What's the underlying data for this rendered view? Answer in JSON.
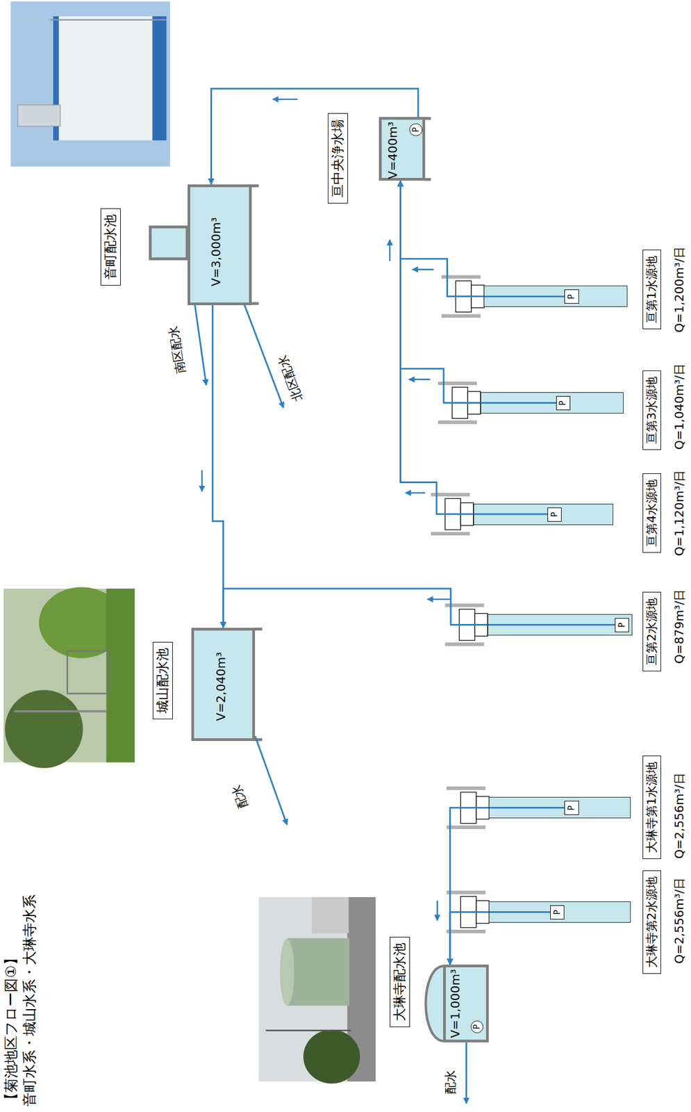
{
  "diagram": {
    "title": "【菊池地区フロー図①】",
    "nodes": [
      {
        "text": [
          "大琳寺配水池",
          "V=1,000m³"
        ]
      },
      {
        "text": [
          "P"
        ],
        "in": 0
      },
      {
        "text": [
          "城山配水池",
          "V=2,040m³"
        ]
      },
      {
        "text": [
          "音町配水池",
          "V=3,000m³"
        ]
      },
      {
        "text": [
          "亘中央浄水場",
          "V=400m³"
        ]
      },
      {
        "text": [
          "P"
        ],
        "in": 4
      },
      {
        "text": [
          "大琳寺第2水源地",
          "Q=2,556m³/日"
        ]
      },
      {
        "text": [
          "P"
        ],
        "in": 6
      },
      {
        "text": [
          "大琳寺第1水源地",
          "Q=2,556m³/日"
        ]
      },
      {
        "text": [
          "P"
        ],
        "in": 8
      },
      {
        "text": [
          "亘第2水源地",
          "Q=879m³/日"
        ]
      },
      {
        "text": [
          "P"
        ],
        "in": 10
      },
      {
        "text": [
          "亘第4水源地",
          "Q=1,120m³/日"
        ]
      },
      {
        "text": [
          "P"
        ],
        "in": 12
      },
      {
        "text": [
          "亘第3水源地",
          "Q=1,040m³/日"
        ]
      },
      {
        "text": [
          "P"
        ],
        "in": 14
      },
      {
        "text": [
          "亘第1水源地",
          "Q=1,200m³/日"
        ]
      },
      {
        "text": [
          "P"
        ],
        "in": 16
      }
    ],
    "edges": [
      {
        "from": 6,
        "to": 0,
        "arrow": "to"
      },
      {
        "from": 8,
        "to": 0,
        "arrow": "to"
      },
      {
        "from": 10,
        "to": 2,
        "arrow": "to"
      },
      {
        "from": 3,
        "to": 2,
        "arrow": "to"
      },
      {
        "from": 12,
        "to": 4,
        "arrow": "to"
      },
      {
        "from": 14,
        "to": 4,
        "arrow": "to"
      },
      {
        "from": 16,
        "to": 4,
        "arrow": "to"
      },
      {
        "from": 4,
        "to": 3,
        "arrow": "to"
      }
    ],
    "labels": [
      "音町水系・城山水系・大琳寺水系",
      "配水",
      "配水",
      "南区配水",
      "北区配水"
    ]
  }
}
